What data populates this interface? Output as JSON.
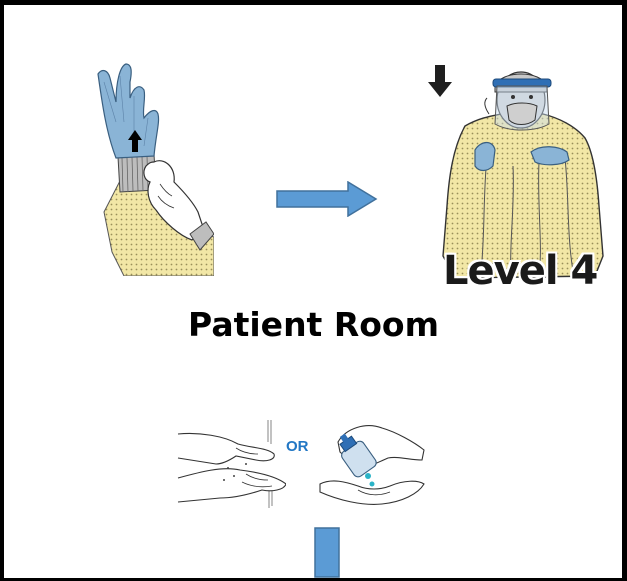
{
  "title": "Patient Room",
  "gown_badge": "Level 4",
  "hygiene_choice": "OR",
  "colors": {
    "arrow_fill": "#5b9bd5",
    "arrow_stroke": "#41719c",
    "glove_blue": "#8ab4d6",
    "gown_yellow": "#f2e7a6",
    "or_text": "#2277c4"
  },
  "icons": [
    "glove-donning-icon",
    "right-arrow-icon",
    "down-arrow-icon",
    "level4-gown-icon",
    "hand-washing-icon",
    "hand-sanitizer-icon",
    "bottom-arrow-stem"
  ]
}
